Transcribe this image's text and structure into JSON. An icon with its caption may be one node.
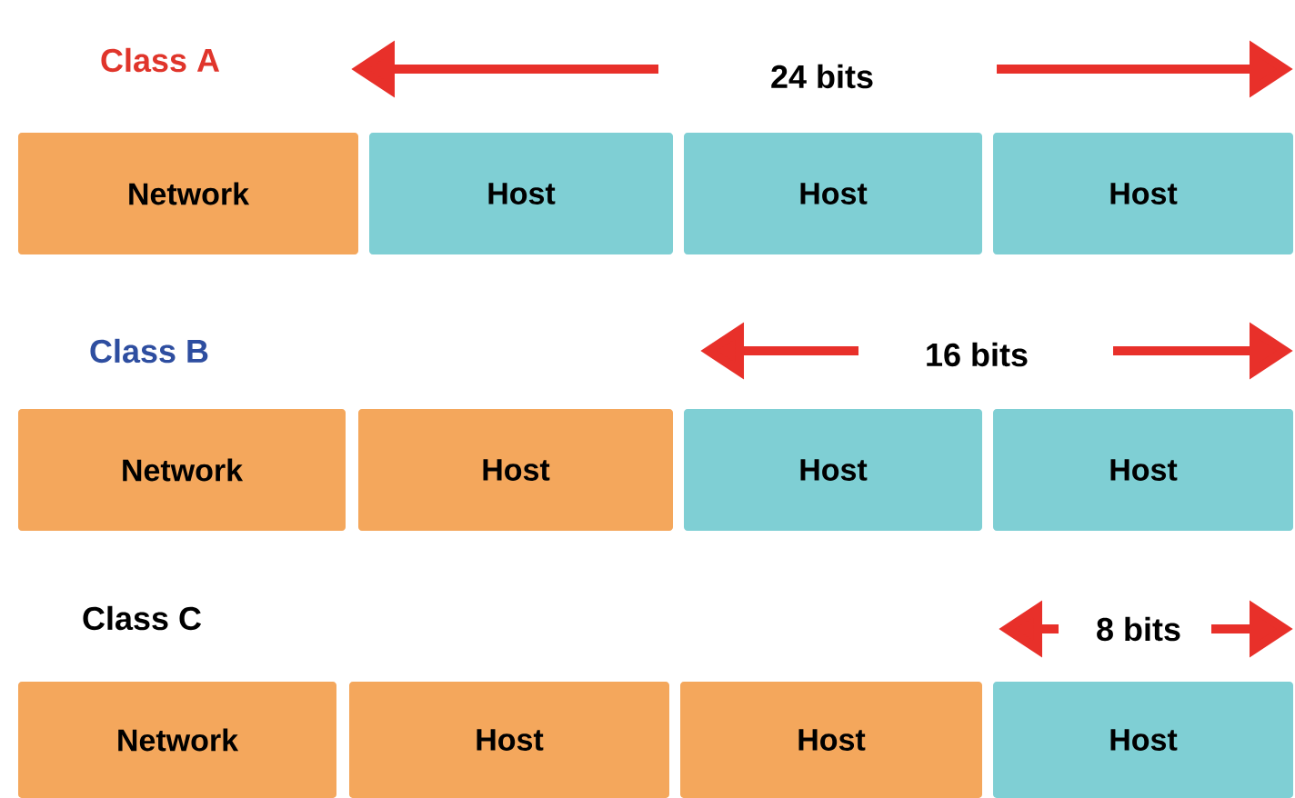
{
  "diagram": {
    "nodes": [
      {
        "text": [
          "Network"
        ]
      },
      {
        "text": [
          "Host"
        ]
      },
      {
        "text": [
          "Host"
        ]
      },
      {
        "text": [
          "Host"
        ]
      },
      {
        "text": [
          "Network"
        ]
      },
      {
        "text": [
          "Host"
        ]
      },
      {
        "text": [
          "Host"
        ]
      },
      {
        "text": [
          "Host"
        ]
      },
      {
        "text": [
          "Network"
        ]
      },
      {
        "text": [
          "Host"
        ]
      },
      {
        "text": [
          "Host"
        ]
      },
      {
        "text": [
          "Host"
        ]
      }
    ],
    "labels": [
      "Class A",
      "24 bits",
      "Class B",
      "16 bits",
      "Class C",
      "8 bits"
    ]
  }
}
